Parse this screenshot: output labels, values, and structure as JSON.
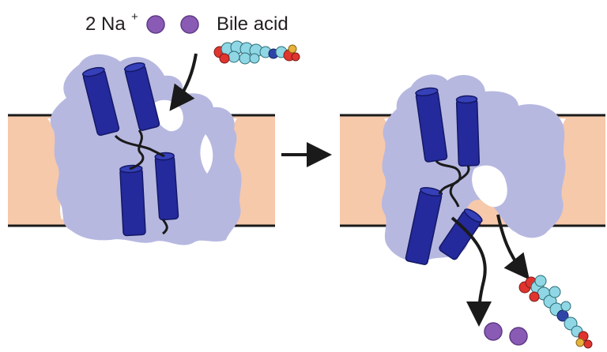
{
  "labels": {
    "sodium_count": "2 Na",
    "sodium_charge": "+",
    "substrate": "Bile acid"
  },
  "ion_count_bound": 2,
  "ion_count_released": 2,
  "colors": {
    "membrane": "#f6c9ab",
    "membrane_edge": "#1a1a1a",
    "protein": "#b7b8e0",
    "helix": "#242a9b",
    "helix_outline": "#141866",
    "sodium": "#8a5bb4",
    "arrow": "#1a1a1a",
    "bile_carbon": "#8fd7e4",
    "bile_oxygen": "#e0342e",
    "bile_nitrogen": "#2f44a8",
    "bile_sulfur": "#e6b23a"
  }
}
